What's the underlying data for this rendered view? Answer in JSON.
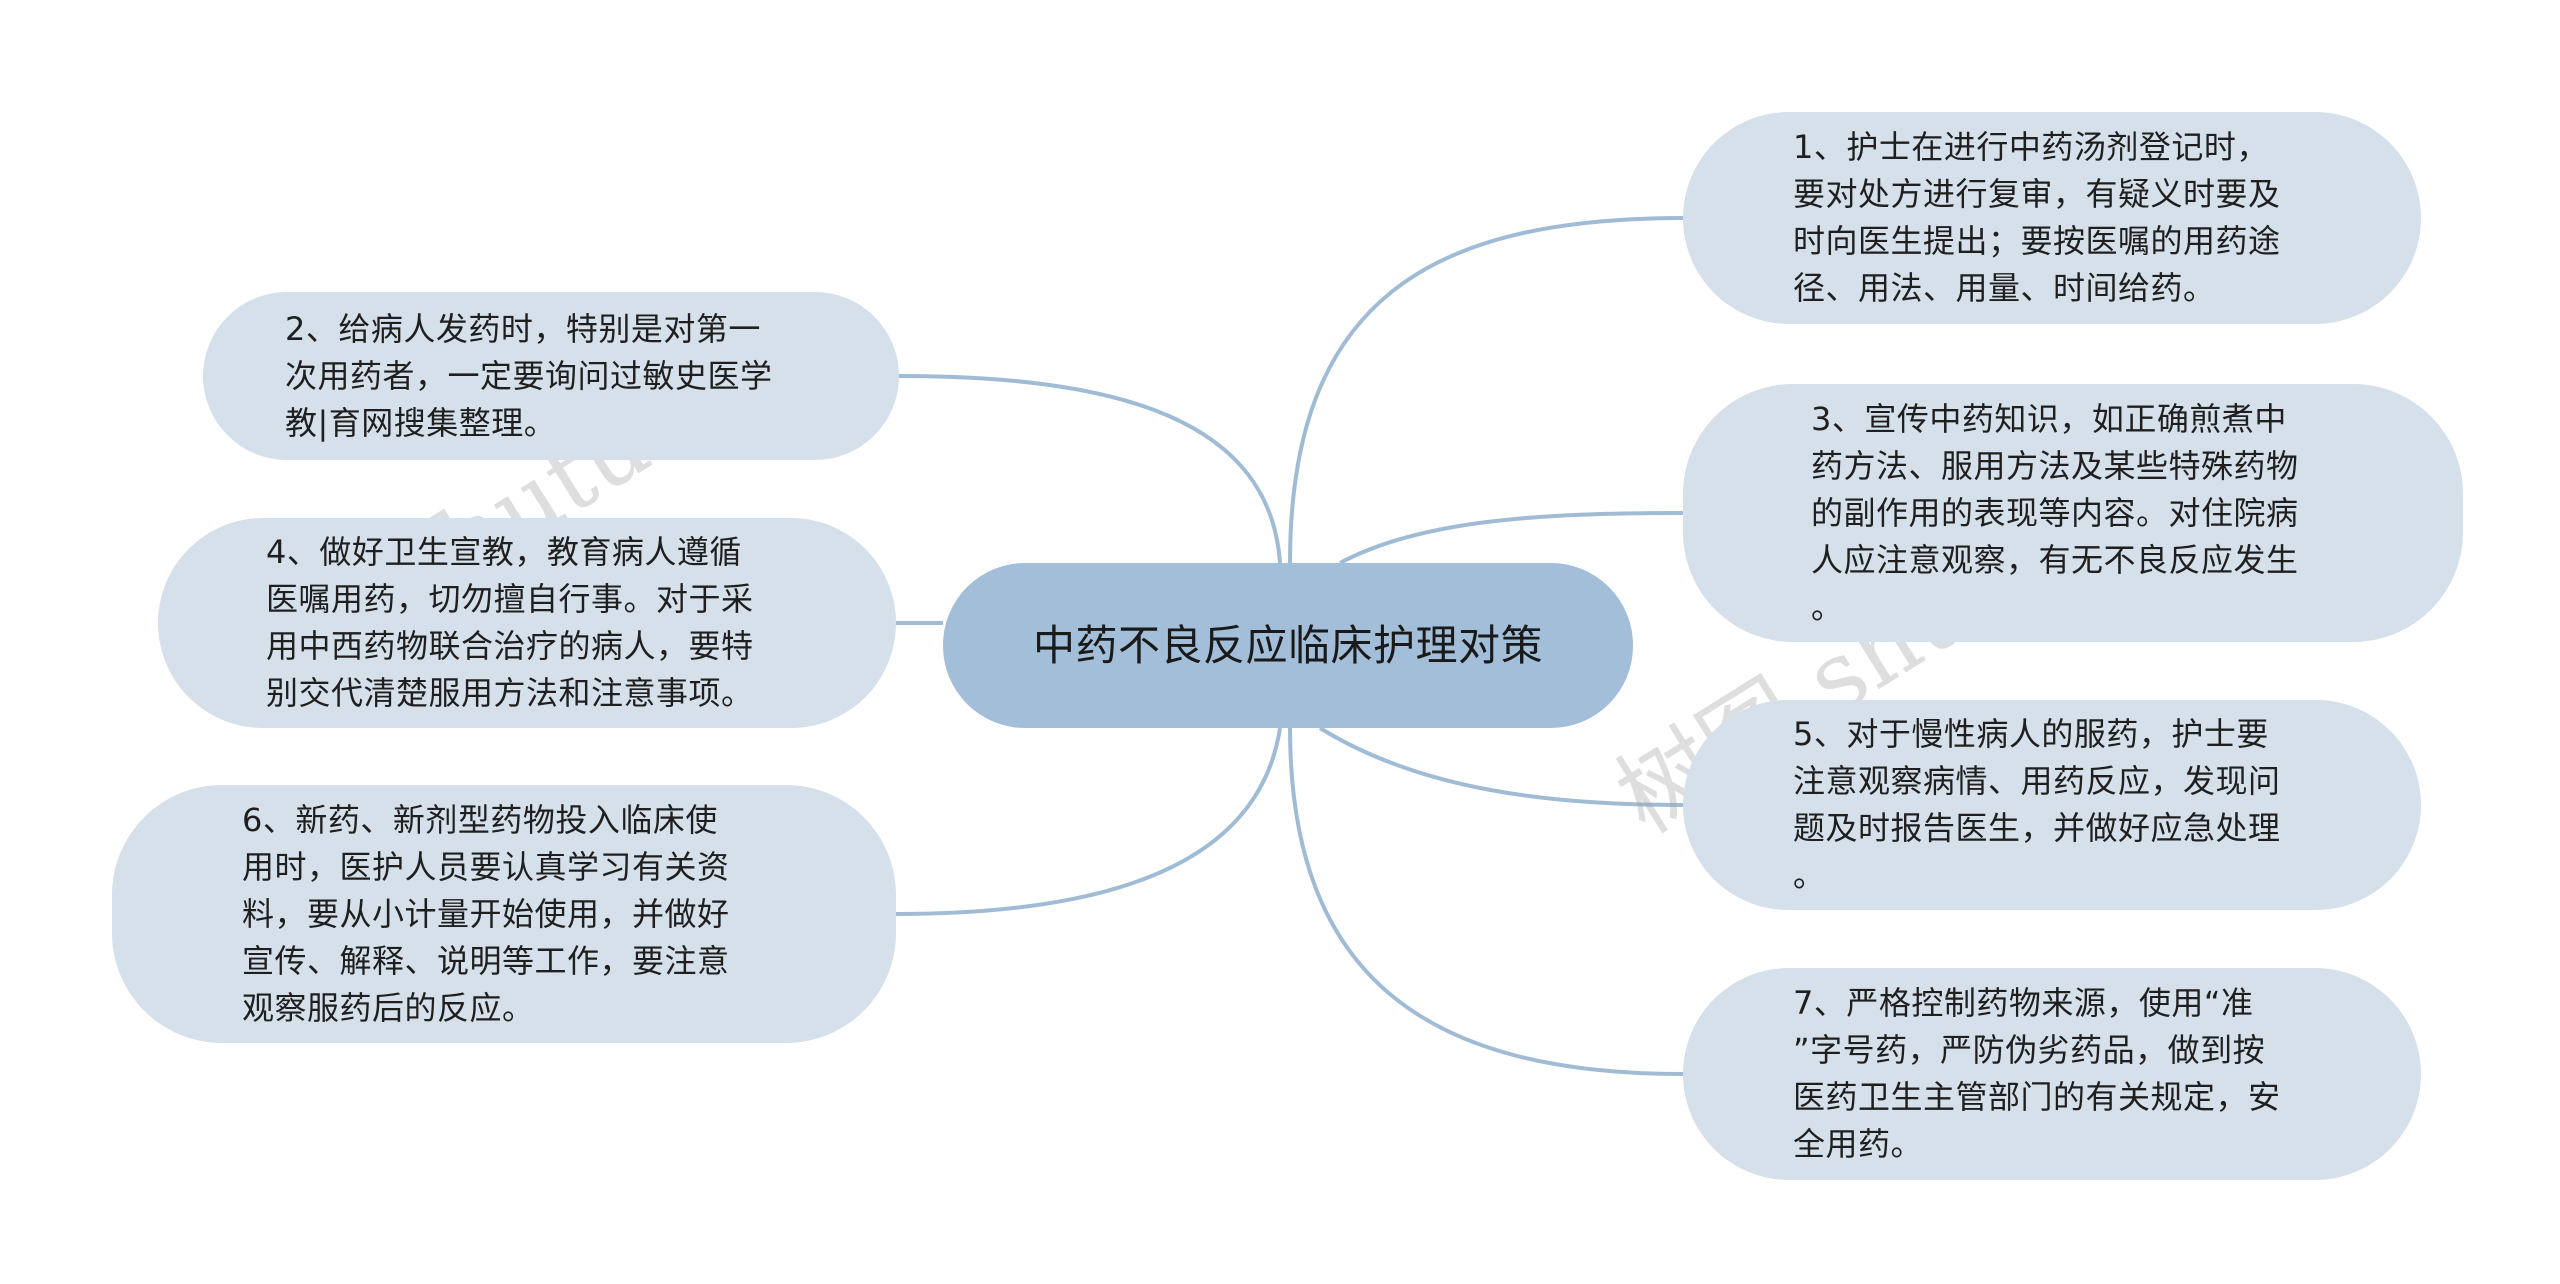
{
  "colors": {
    "center_fill": "#a2bed8",
    "leaf_fill": "#d5e0ea",
    "connector": "#a0bcd4"
  },
  "center": {
    "label": "中药不良反应临床护理对策"
  },
  "nodes": {
    "n1": "1、护士在进行中药汤剂登记时，\n要对处方进行复审，有疑义时要及\n时向医生提出；要按医嘱的用药途\n径、用法、用量、时间给药。",
    "n2": "2、给病人发药时，特别是对第一\n次用药者，一定要询问过敏史医学\n教|育网搜集整理。",
    "n3": "3、宣传中药知识，如正确煎煮中\n药方法、服用方法及某些特殊药物\n的副作用的表现等内容。对住院病\n人应注意观察，有无不良反应发生\n。",
    "n4": "4、做好卫生宣教，教育病人遵循\n医嘱用药，切勿擅自行事。对于采\n用中西药物联合治疗的病人，要特\n别交代清楚服用方法和注意事项。",
    "n5": "5、对于慢性病人的服药，护士要\n注意观察病情、用药反应，发现问\n题及时报告医生，并做好应急处理\n。",
    "n6": "6、新药、新剂型药物投入临床使\n用时，医护人员要认真学习有关资\n料，要从小计量开始使用，并做好\n宣传、解释、说明等工作，要注意\n观察服药后的反应。",
    "n7": "7、严格控制药物来源，使用“准\n”字号药，严防伪劣药品，做到按\n医药卫生主管部门的有关规定，安\n全用药。"
  },
  "watermarks": {
    "left": "树图 shutu.cn",
    "right": "树图 shutu.cn"
  }
}
